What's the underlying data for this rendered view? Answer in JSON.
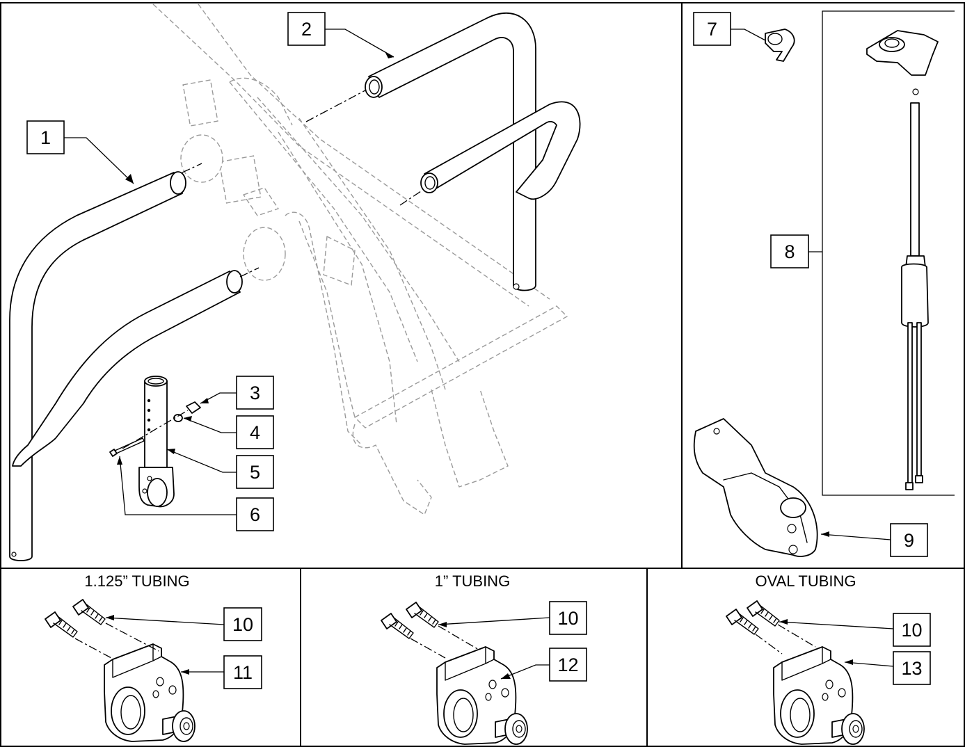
{
  "callouts": [
    {
      "id": "c1",
      "label": "1"
    },
    {
      "id": "c2",
      "label": "2"
    },
    {
      "id": "c3",
      "label": "3"
    },
    {
      "id": "c4",
      "label": "4"
    },
    {
      "id": "c5",
      "label": "5"
    },
    {
      "id": "c6",
      "label": "6"
    },
    {
      "id": "c7",
      "label": "7"
    },
    {
      "id": "c8",
      "label": "8"
    },
    {
      "id": "c9",
      "label": "9"
    },
    {
      "id": "c10a",
      "label": "10"
    },
    {
      "id": "c11",
      "label": "11"
    },
    {
      "id": "c10b",
      "label": "10"
    },
    {
      "id": "c12",
      "label": "12"
    },
    {
      "id": "c10c",
      "label": "10"
    },
    {
      "id": "c13",
      "label": "13"
    }
  ],
  "panels": {
    "tubing_1125": {
      "title": "1.125” TUBING"
    },
    "tubing_1": {
      "title": "1” TUBING"
    },
    "tubing_oval": {
      "title": "OVAL TUBING"
    }
  },
  "colors": {
    "line": "#000000",
    "ghost_frame": "#9a9a9a",
    "background": "#ffffff"
  }
}
